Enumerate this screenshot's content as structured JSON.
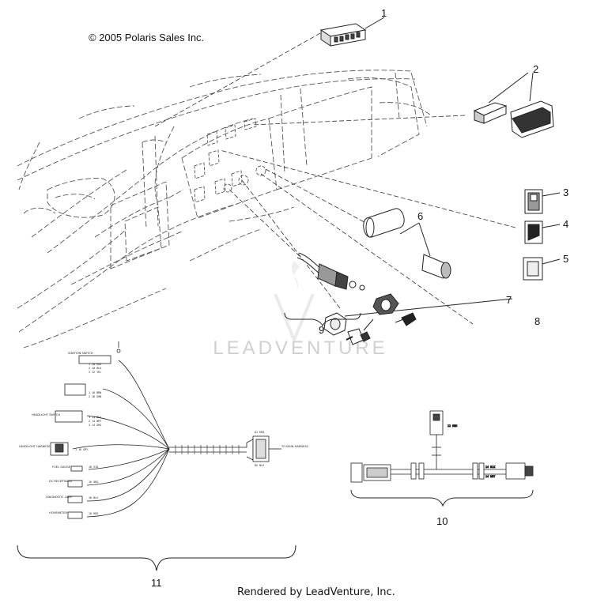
{
  "copyright": "© 2005 Polaris Sales Inc.",
  "footer": "Rendered by LeadVenture, Inc.",
  "watermark": "LEADVENTURE",
  "callouts": [
    "1",
    "2",
    "3",
    "4",
    "5",
    "6",
    "7",
    "8",
    "9",
    "10",
    "11"
  ],
  "harness_labels": {
    "ignition_switch": "IGNITION SWITCH",
    "headlight_switch": "HEADLIGHT SWITCH",
    "headlight_harness": "HEADLIGHT HARNESS",
    "fuel_gauge": "FUEL GAUGE",
    "dc_receptacle": "DC RECEPTACLE",
    "diagnostic_lamp": "DIAGNOSTIC LAMP",
    "hourmeter": "HOURMETER",
    "to_main_harness": "TO MAIN HARNESS"
  },
  "colors": {
    "line": "#222222",
    "dash": "#555555",
    "watermark": "#d9d9d9"
  }
}
